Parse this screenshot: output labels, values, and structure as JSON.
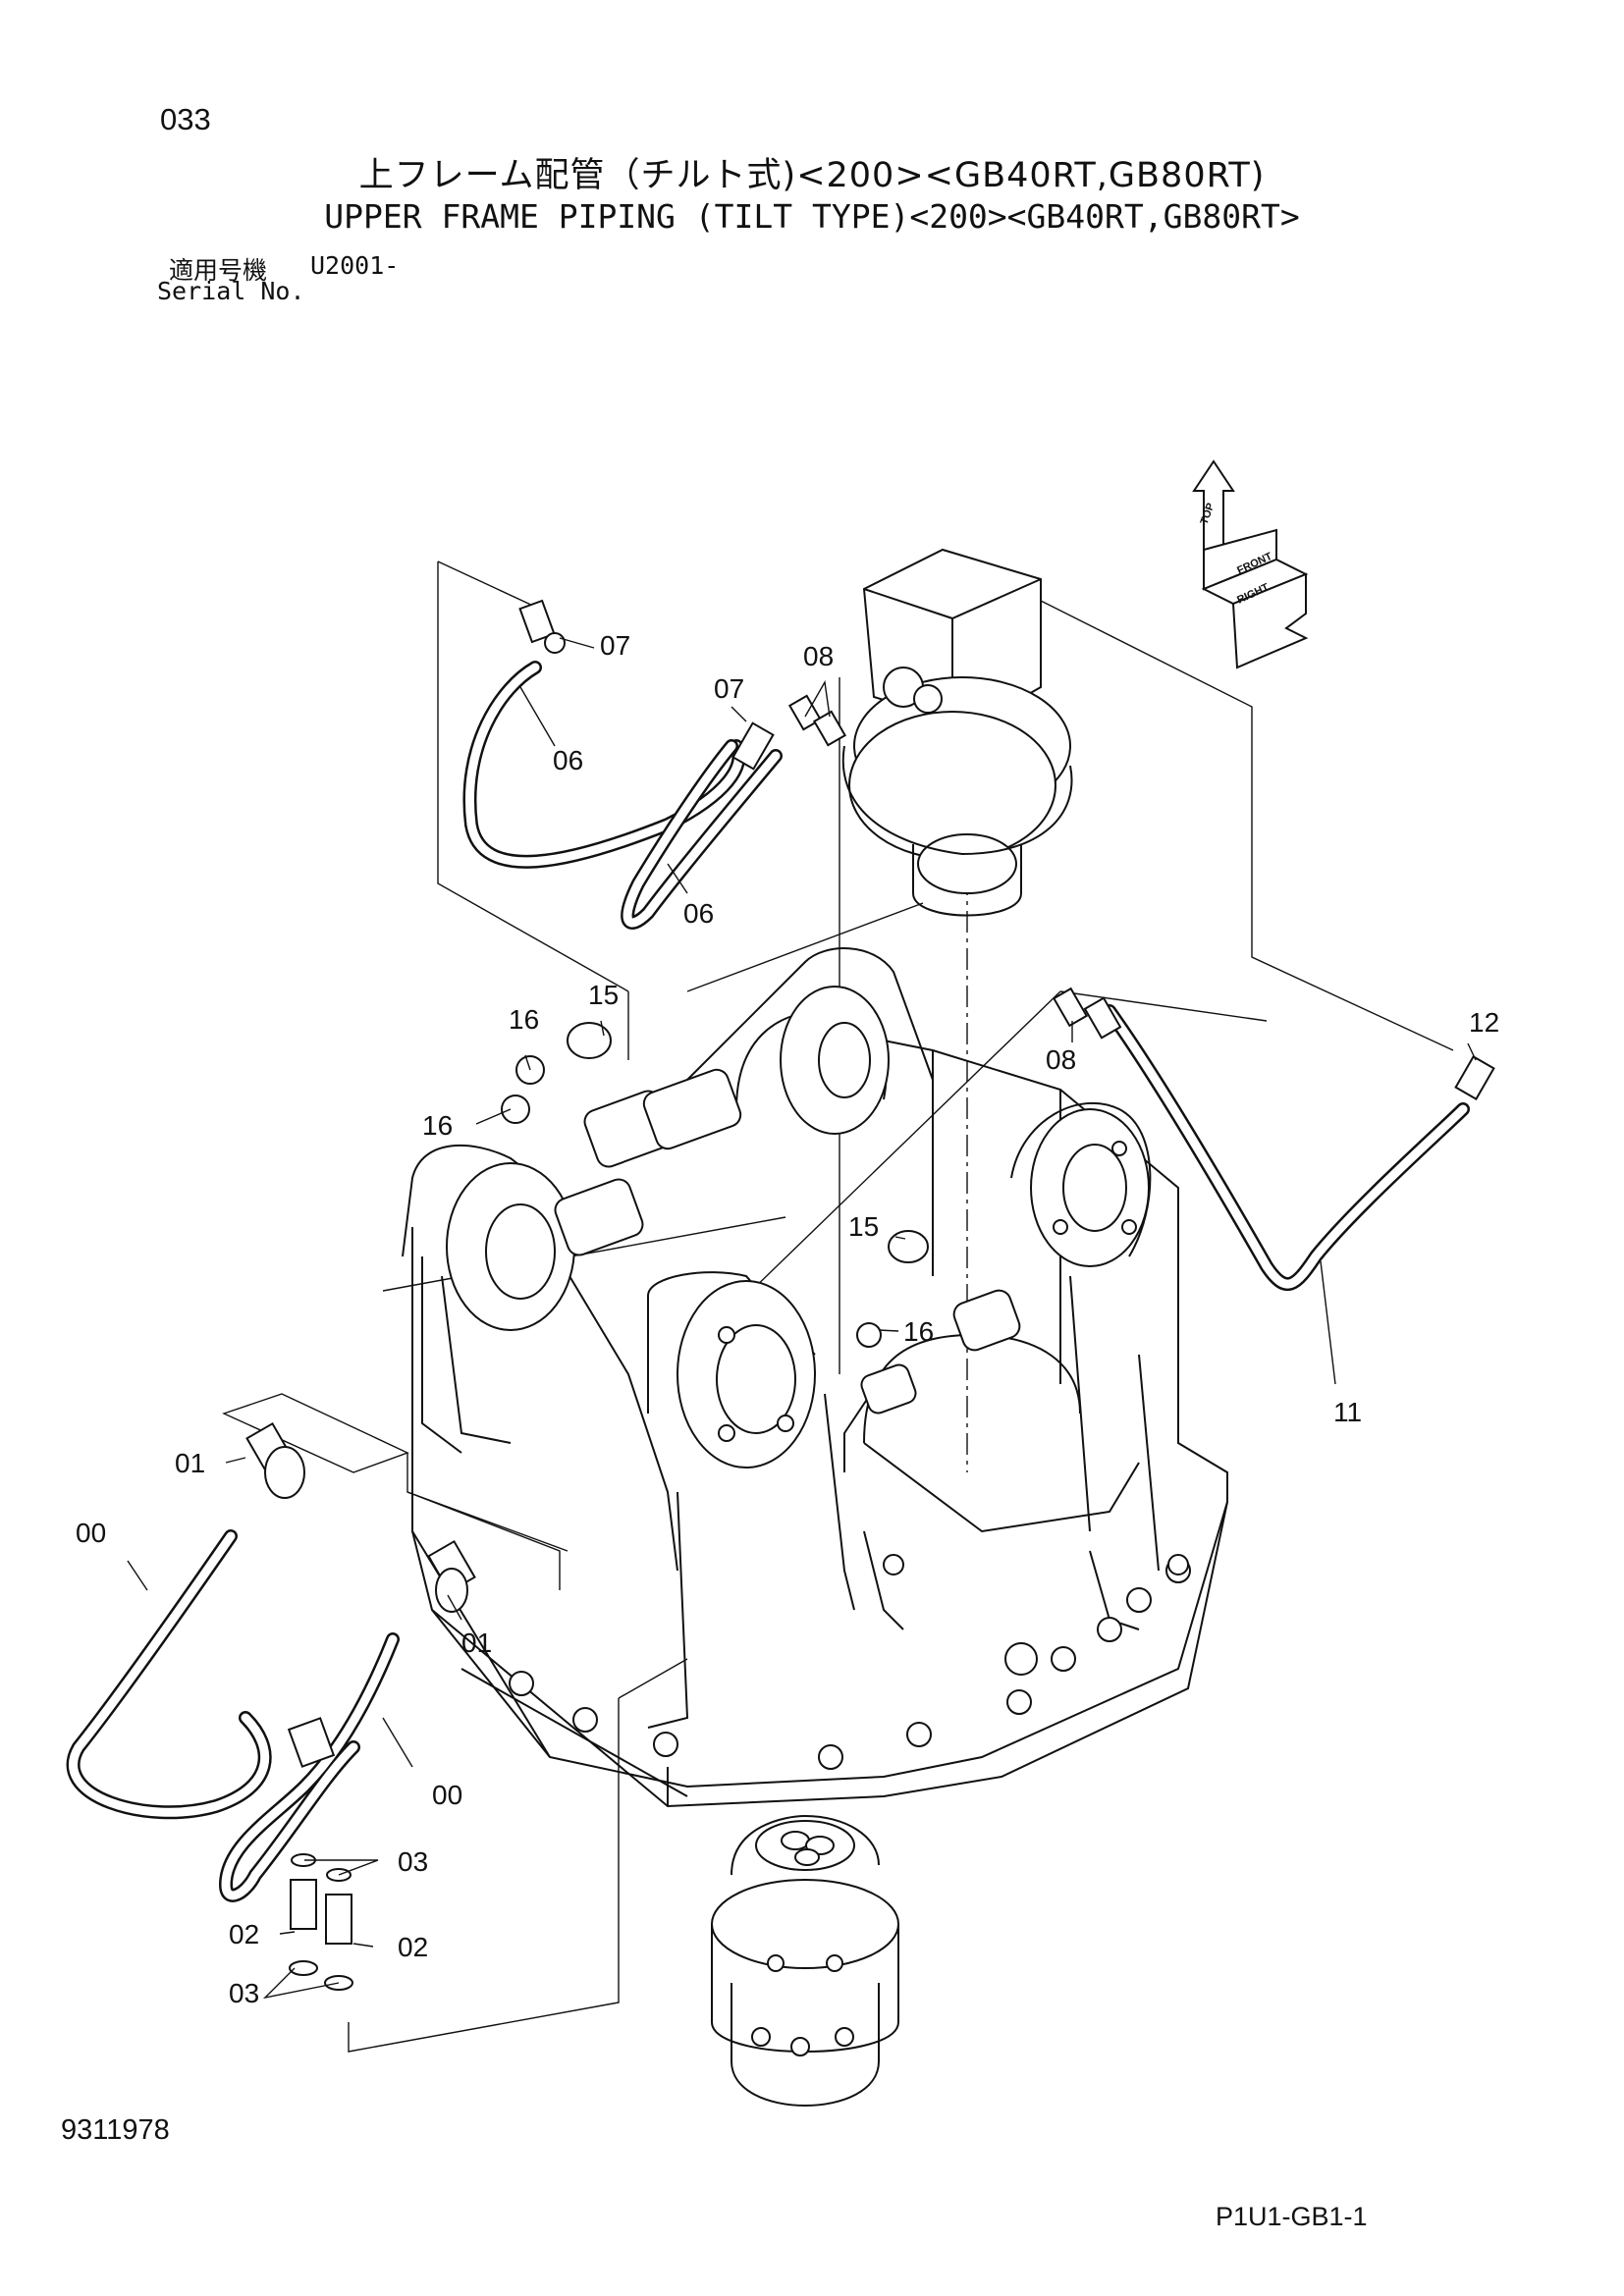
{
  "header": {
    "page_number": "033",
    "title_japanese": "上フレーム配管（チルト式)<200><GB40RT,GB80RT)",
    "title_english": "UPPER FRAME PIPING (TILT TYPE)<200><GB40RT,GB80RT>",
    "serial_label_japanese": "適用号機",
    "serial_value": "U2001-",
    "serial_label_english": "Serial No."
  },
  "orientation_indicator": {
    "top": "TOP",
    "front": "FRONT",
    "right": "RIGHT"
  },
  "callouts": [
    {
      "label": "07"
    },
    {
      "label": "06"
    },
    {
      "label": "08"
    },
    {
      "label": "07"
    },
    {
      "label": "06"
    },
    {
      "label": "15"
    },
    {
      "label": "16"
    },
    {
      "label": "16"
    },
    {
      "label": "08"
    },
    {
      "label": "12"
    },
    {
      "label": "15"
    },
    {
      "label": "16"
    },
    {
      "label": "11"
    },
    {
      "label": "01"
    },
    {
      "label": "00"
    },
    {
      "label": "01"
    },
    {
      "label": "00"
    },
    {
      "label": "03"
    },
    {
      "label": "02"
    },
    {
      "label": "02"
    },
    {
      "label": "03"
    }
  ],
  "footer": {
    "document_number": "9311978",
    "reference_code": "P1U1-GB1-1"
  }
}
